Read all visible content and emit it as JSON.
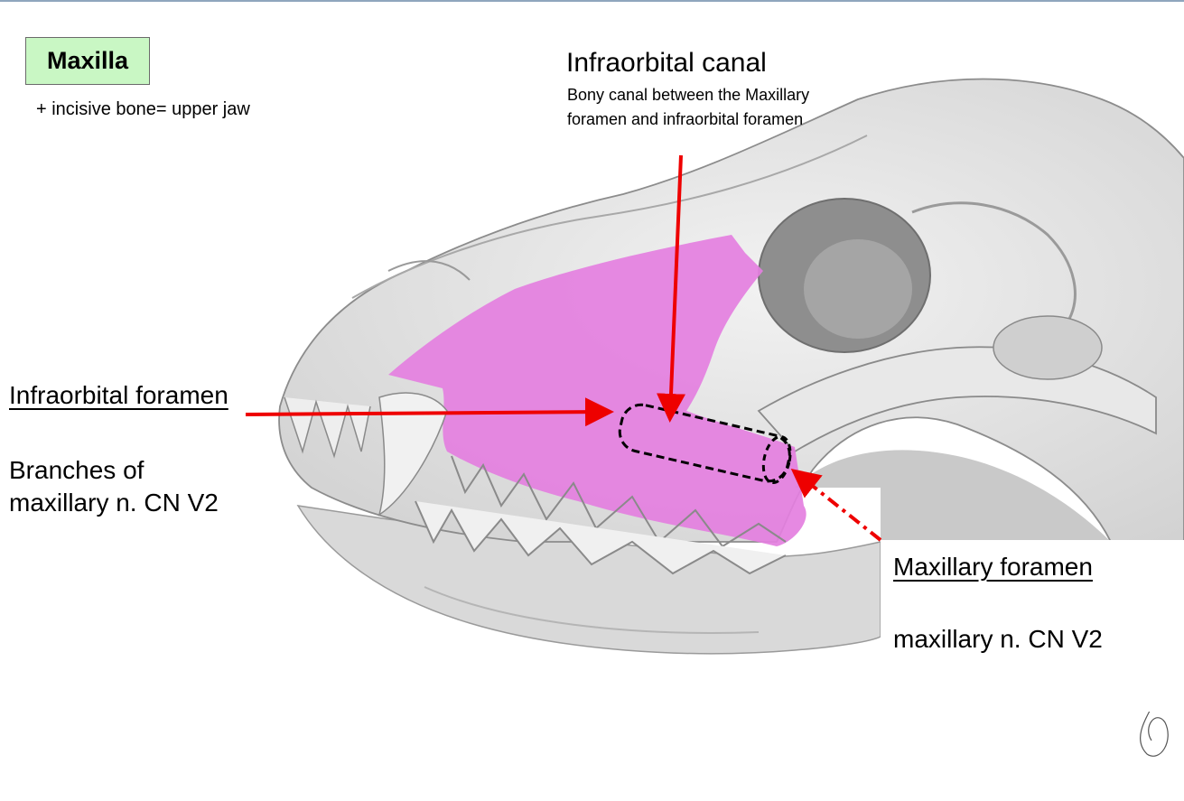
{
  "title": "Maxilla",
  "subtitle": "+ incisive bone= upper jaw",
  "labels": {
    "infraorbital_canal": {
      "title": "Infraorbital canal",
      "description": "Bony canal between the Maxillary foramen and infraorbital foramen"
    },
    "infraorbital_foramen": {
      "title": "Infraorbital foramen",
      "detail": "Branches of maxillary n. CN V2"
    },
    "maxillary_foramen": {
      "title": "Maxillary foramen",
      "detail": "maxillary n. CN V2"
    }
  },
  "colors": {
    "title_box_fill": "#c9f7c4",
    "maxilla_highlight": "#e47fe0",
    "arrow": "#ee0000",
    "canal_outline": "#000000",
    "bone": "#e6e6e6"
  }
}
